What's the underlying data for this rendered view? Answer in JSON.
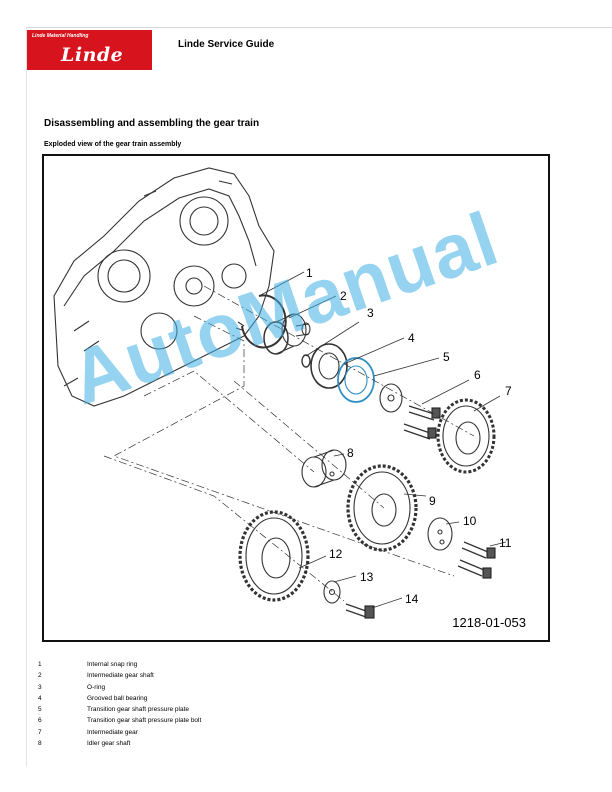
{
  "header": {
    "logo_small": "Linde Material Handling",
    "logo_brand": "Linde",
    "guide_title": "Linde Service Guide"
  },
  "section_title": "Disassembling and assembling the gear train",
  "figure": {
    "title": "Exploded view of the gear train assembly",
    "code": "1218-01-053",
    "callouts": [
      "1",
      "2",
      "3",
      "4",
      "5",
      "6",
      "7",
      "8",
      "9",
      "10",
      "11",
      "12",
      "13",
      "14"
    ]
  },
  "watermark": "AutoManual",
  "legend": [
    {
      "num": "1",
      "text": "Internal snap ring"
    },
    {
      "num": "2",
      "text": "Intermediate gear shaft"
    },
    {
      "num": "3",
      "text": "O-ring"
    },
    {
      "num": "4",
      "text": "Grooved ball bearing"
    },
    {
      "num": "5",
      "text": "Transition gear shaft pressure plate"
    },
    {
      "num": "6",
      "text": "Transition gear shaft pressure plate bolt"
    },
    {
      "num": "7",
      "text": "Intermediate gear"
    },
    {
      "num": "8",
      "text": "Idler gear shaft"
    }
  ]
}
